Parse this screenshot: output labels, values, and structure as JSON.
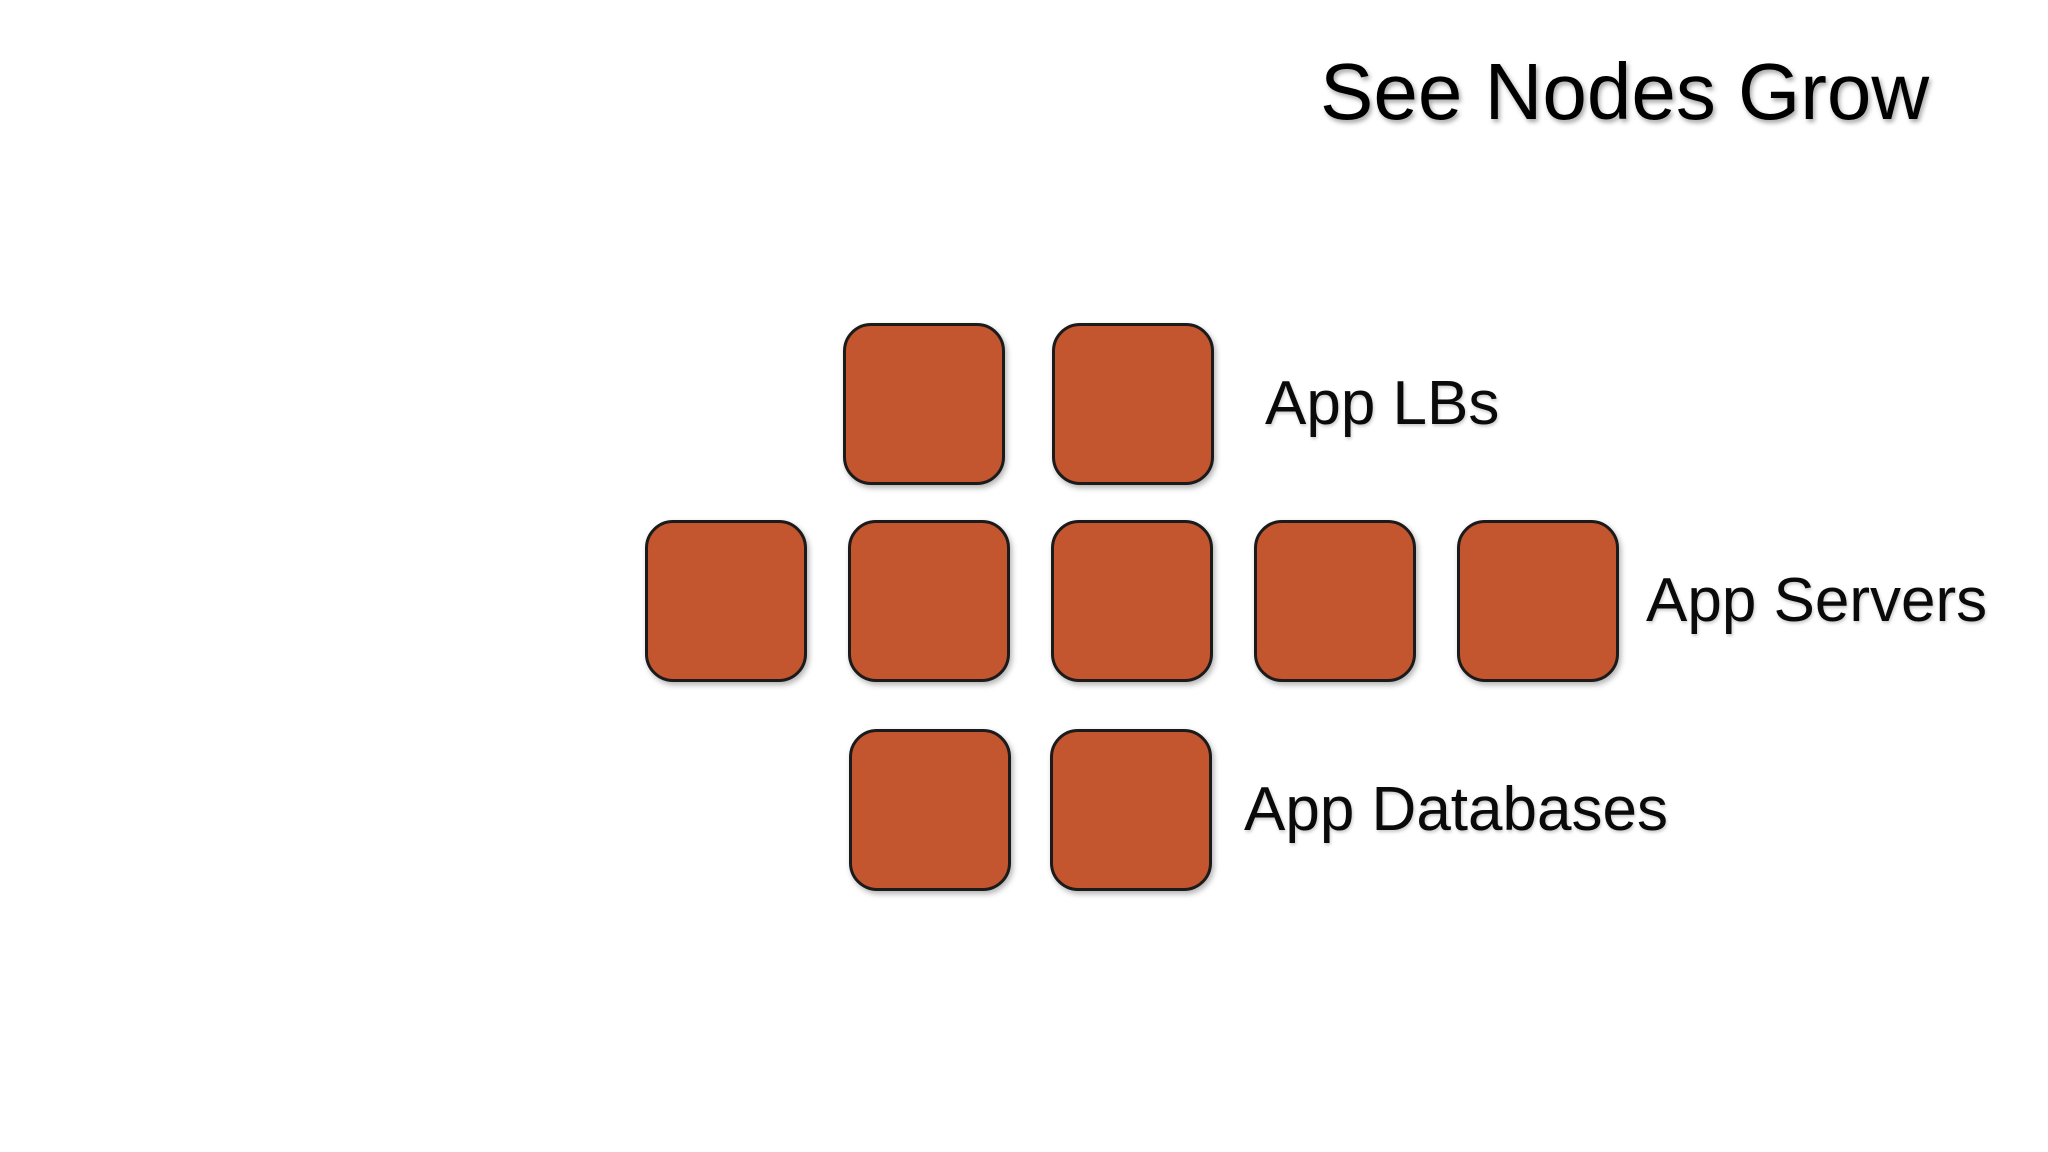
{
  "title": "See Nodes Grow",
  "colors": {
    "background": "#FFFFFF",
    "node_fill": "#C3552F",
    "node_border": "#1B1B1B",
    "title_text": "#000000",
    "label_text": "#0A0A0A"
  },
  "diagram": {
    "groups": [
      {
        "id": "app-lbs",
        "label": "App LBs",
        "node_count": 2
      },
      {
        "id": "app-servers",
        "label": "App Servers",
        "node_count": 5
      },
      {
        "id": "app-databases",
        "label": "App Databases",
        "node_count": 2
      }
    ]
  }
}
